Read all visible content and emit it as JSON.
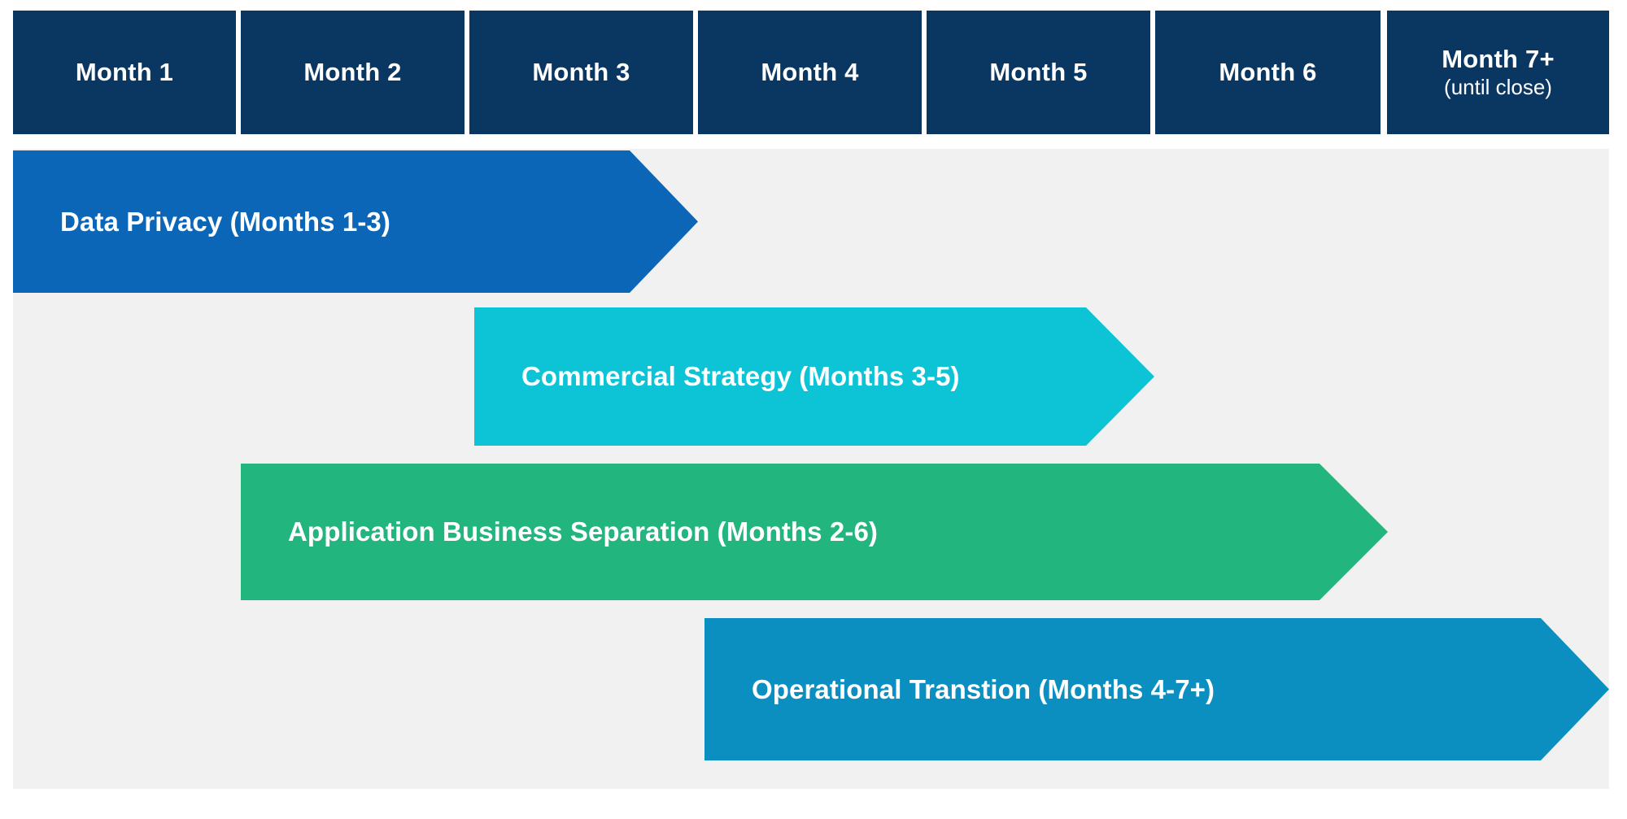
{
  "diagram": {
    "type": "swimlane-timeline",
    "background_color": "#ffffff",
    "lane_panel_color": "#f1f1f1",
    "header_color": "#0a3761"
  },
  "header": {
    "cells": [
      {
        "label": "Month 1",
        "sub": ""
      },
      {
        "label": "Month 2",
        "sub": ""
      },
      {
        "label": "Month 3",
        "sub": ""
      },
      {
        "label": "Month 4",
        "sub": ""
      },
      {
        "label": "Month 5",
        "sub": ""
      },
      {
        "label": "Month 6",
        "sub": ""
      },
      {
        "label": "Month 7+",
        "sub": "(until close)"
      }
    ]
  },
  "workstreams": [
    {
      "label": "Data Privacy (Months 1-3)",
      "color": "#0b66b8",
      "start_month": 1,
      "end_month": 3
    },
    {
      "label": "Commercial Strategy (Months 3-5)",
      "color": "#0cc4d6",
      "start_month": 3,
      "end_month": 5
    },
    {
      "label": "Application Business Separation (Months 2-6)",
      "color": "#22b57e",
      "start_month": 2,
      "end_month": 6
    },
    {
      "label": "Operational Transtion (Months 4-7+)",
      "color": "#0b8fc0",
      "start_month": 4,
      "end_month": 7
    }
  ],
  "chart_data": {
    "type": "bar",
    "title": "",
    "xlabel": "",
    "ylabel": "",
    "categories": [
      "Month 1",
      "Month 2",
      "Month 3",
      "Month 4",
      "Month 5",
      "Month 6",
      "Month 7+ (until close)"
    ],
    "series": [
      {
        "name": "Data Privacy (Months 1-3)",
        "start": 1,
        "end": 3,
        "color": "#0b66b8"
      },
      {
        "name": "Commercial Strategy (Months 3-5)",
        "start": 3,
        "end": 5,
        "color": "#0cc4d6"
      },
      {
        "name": "Application Business Separation (Months 2-6)",
        "start": 2,
        "end": 6,
        "color": "#22b57e"
      },
      {
        "name": "Operational Transtion (Months 4-7+)",
        "start": 4,
        "end": 7,
        "color": "#0b8fc0"
      }
    ],
    "xlim": [
      1,
      7
    ],
    "grid": false,
    "legend": "none"
  }
}
